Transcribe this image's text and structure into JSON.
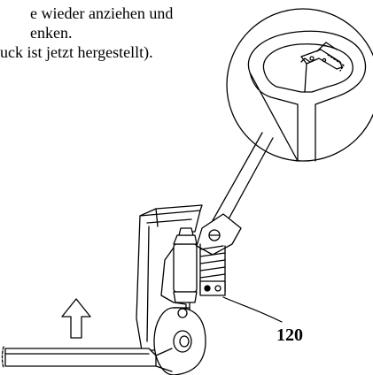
{
  "document": {
    "text_lines": [
      "e wieder anziehen und",
      "enken.",
      "uck ist jetzt hergestellt)."
    ],
    "part_number": "120"
  },
  "colors": {
    "ink": "#000000",
    "paper": "#ffffff"
  }
}
